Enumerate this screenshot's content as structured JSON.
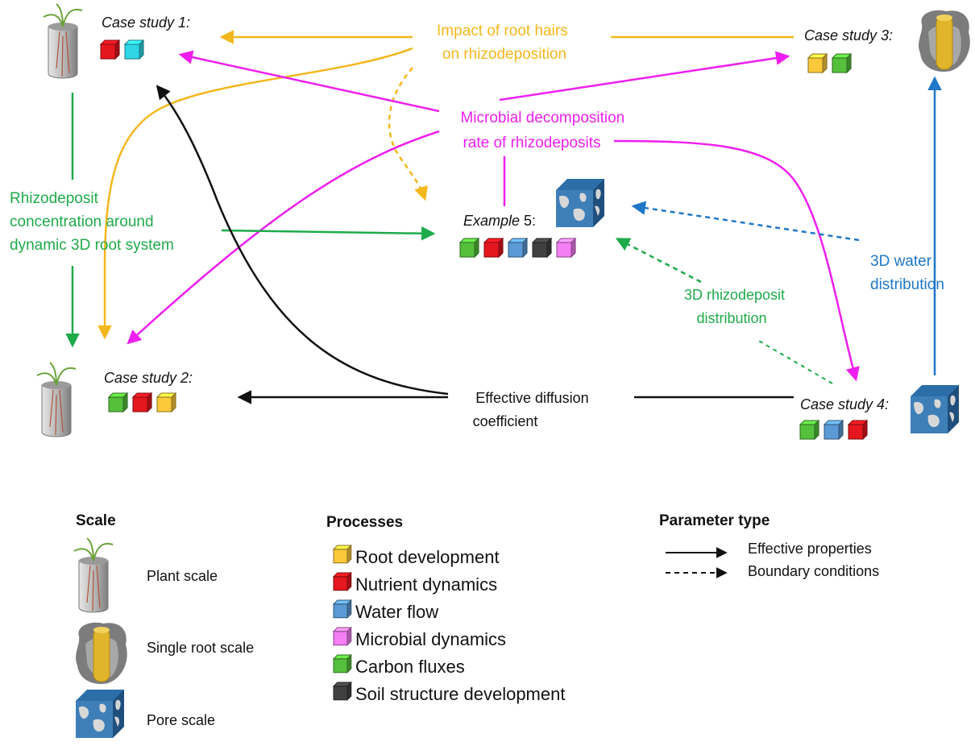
{
  "nodes": {
    "case1": "Case study 1:",
    "case2": "Case study 2:",
    "case3": "Case study 3:",
    "case4": "Case study 4:",
    "example5_italic": "Example",
    "example5_num": " 5:"
  },
  "labels": {
    "root_hairs": [
      "Impact of root hairs",
      "on rhizodeposition"
    ],
    "microbial": [
      "Microbial decomposition",
      "rate of rhizodeposits"
    ],
    "rhizo_conc": [
      "Rhizodeposit",
      "concentration around",
      "dynamic 3D root system"
    ],
    "rhizo_dist": [
      "3D rhizodeposit",
      "distribution"
    ],
    "water_dist": [
      "3D water",
      "distribution"
    ],
    "diffusion": [
      "Effective diffusion",
      "coefficient"
    ]
  },
  "colors": {
    "yellow": "#f3b71e",
    "magenta": "#ee1fee",
    "green": "#1faa4a",
    "blue": "#1f77c8",
    "black": "#111111",
    "cube_yellow": "#fbc93a",
    "cube_red": "#e5161e",
    "cube_cyan": "#2fd7e6",
    "cube_blue": "#5b9ad6",
    "cube_magenta": "#f47ef3",
    "cube_green": "#55c03c",
    "cube_black": "#404040"
  },
  "legend": {
    "scale": {
      "title": "Scale",
      "items": [
        "Plant scale",
        "Single root scale",
        "Pore scale"
      ]
    },
    "processes": {
      "title": "Processes",
      "items": [
        {
          "label": "Root development",
          "color": "#fbc93a"
        },
        {
          "label": "Nutrient dynamics",
          "color": "#e5161e"
        },
        {
          "label": "Water flow",
          "color": "#5b9ad6"
        },
        {
          "label": "Microbial dynamics",
          "color": "#f47ef3"
        },
        {
          "label": "Carbon fluxes",
          "color": "#55c03c"
        },
        {
          "label": "Soil structure development",
          "color": "#404040"
        }
      ]
    },
    "parameter": {
      "title": "Parameter type",
      "items": [
        "Effective properties",
        "Boundary conditions"
      ]
    }
  }
}
